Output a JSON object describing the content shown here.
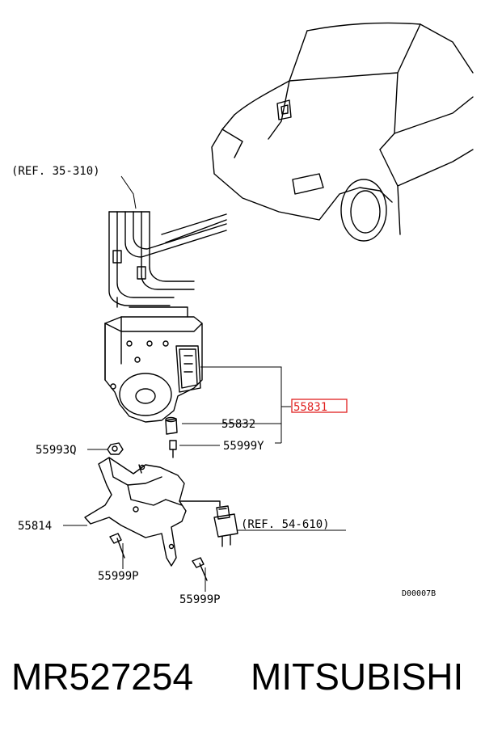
{
  "diagram": {
    "references": {
      "ref_brake_lines": "(REF. 35-310)",
      "ref_sensor": "(REF. 54-610)"
    },
    "callouts": {
      "hydraulic_unit": "55831",
      "bushing": "55832",
      "bolt_y": "55999Y",
      "nut": "55993Q",
      "bracket": "55814",
      "bolt_p_left": "55999P",
      "bolt_p_bottom": "55999P"
    },
    "drawing_code": "D00007B"
  },
  "caption": {
    "part_number": "MR527254",
    "brand": "MITSUBISHI"
  },
  "colors": {
    "highlight": "#e0201f",
    "line": "#000000"
  }
}
